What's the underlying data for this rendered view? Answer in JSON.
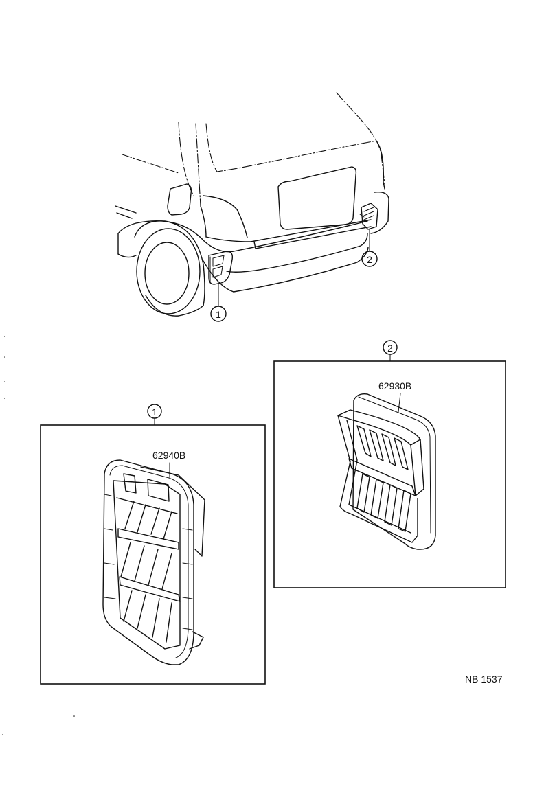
{
  "callouts": {
    "one": "1",
    "two": "2"
  },
  "parts": {
    "part_1_number": "62940B",
    "part_2_number": "62930B"
  },
  "diagram_ref": "NB 1537"
}
